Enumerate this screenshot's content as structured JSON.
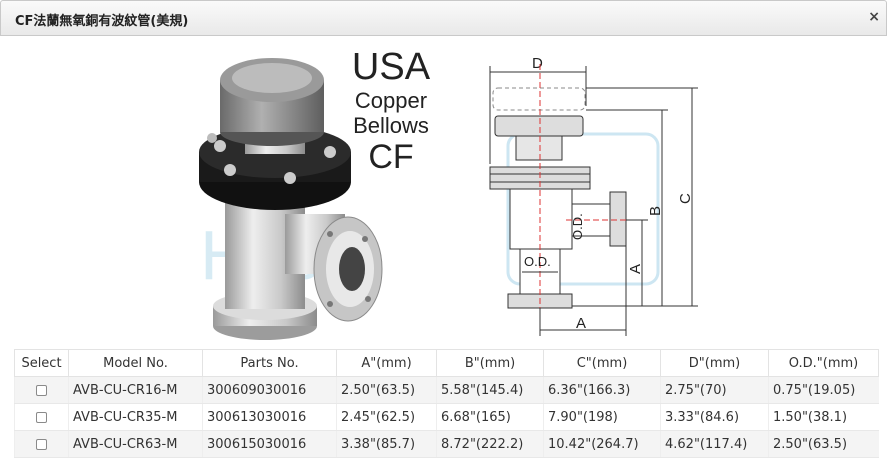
{
  "window": {
    "title": "CF法蘭無氧銅有波紋管(美規)",
    "close_symbol": "×"
  },
  "figure": {
    "product_text": [
      "USA",
      "Copper",
      "Bellows",
      "CF"
    ],
    "dimension_labels": {
      "a": "A",
      "b": "B",
      "c": "C",
      "d": "D",
      "od": "O.D."
    },
    "watermark": "Hitc"
  },
  "table": {
    "headers": [
      "Select",
      "Model No.",
      "Parts No.",
      "A\"(mm)",
      "B\"(mm)",
      "C\"(mm)",
      "D\"(mm)",
      "O.D.\"(mm)"
    ],
    "rows": [
      [
        "AVB-CU-CR16-M",
        "300609030016",
        "2.50\"(63.5)",
        "5.58\"(145.4)",
        "6.36\"(166.3)",
        "2.75\"(70)",
        "0.75\"(19.05)"
      ],
      [
        "AVB-CU-CR35-M",
        "300613030016",
        "2.45\"(62.5)",
        "6.68\"(165)",
        "7.90\"(198)",
        "3.33\"(84.6)",
        "1.50\"(38.1)"
      ],
      [
        "AVB-CU-CR63-M",
        "300615030016",
        "3.38\"(85.7)",
        "8.72\"(222.2)",
        "10.42\"(264.7)",
        "4.62\"(117.4)",
        "2.50\"(63.5)"
      ]
    ]
  }
}
